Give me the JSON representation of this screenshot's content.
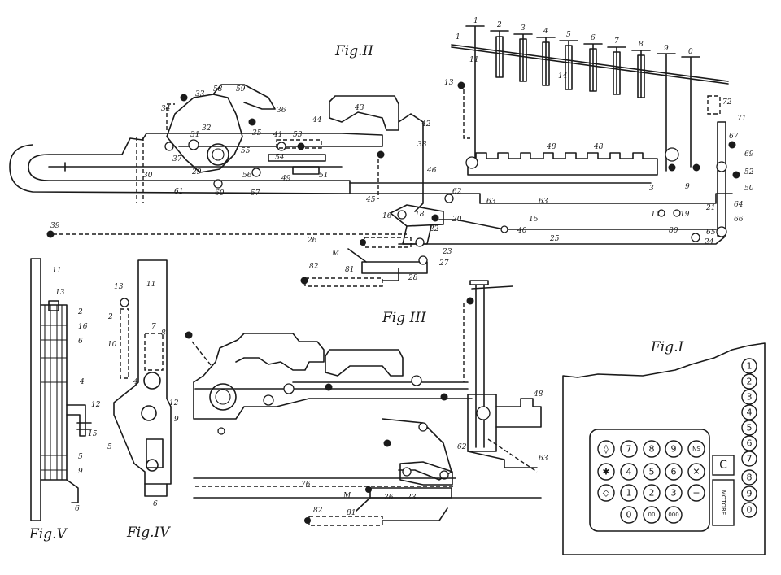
{
  "figures": {
    "fig1": "Fig.I",
    "fig2": "Fig.II",
    "fig3": "Fig III",
    "fig4": "Fig.IV",
    "fig5": "Fig.V"
  },
  "keyboard": {
    "column_keys": [
      "1",
      "2",
      "3",
      "4",
      "5",
      "6",
      "7",
      "8",
      "9",
      "0"
    ],
    "grid_rows": [
      [
        "◊",
        "7",
        "8",
        "9",
        "NS"
      ],
      [
        "✱",
        "4",
        "5",
        "6",
        "✕"
      ],
      [
        "◇",
        "1",
        "2",
        "3",
        "−"
      ],
      [
        "0",
        "00",
        "000"
      ]
    ],
    "c_key": "C",
    "motor_key": "MOTORE"
  },
  "fig2": {
    "column_numbers": [
      "1",
      "2",
      "3",
      "4",
      "5",
      "6",
      "7",
      "8",
      "9",
      "0"
    ],
    "labels": [
      "1",
      "13",
      "34",
      "33",
      "58",
      "59",
      "36",
      "43",
      "42",
      "48",
      "48",
      "72",
      "71",
      "67",
      "69",
      "52",
      "50",
      "64",
      "66",
      "65",
      "21",
      "19",
      "17",
      "15",
      "63",
      "63",
      "62",
      "46",
      "45",
      "16",
      "18",
      "20",
      "22",
      "23",
      "25",
      "24",
      "80",
      "40",
      "26",
      "39",
      "30",
      "37",
      "31",
      "29",
      "32",
      "35",
      "55",
      "54",
      "53",
      "41",
      "49",
      "51",
      "56",
      "57",
      "60",
      "61",
      "38",
      "44",
      "11",
      "14",
      "3",
      "9",
      "M",
      "82",
      "81",
      "28",
      "27"
    ]
  },
  "fig3": {
    "labels": [
      "48",
      "62",
      "63",
      "76",
      "M",
      "82",
      "81",
      "26",
      "23"
    ]
  },
  "fig4": {
    "labels": [
      "13",
      "11",
      "2",
      "10",
      "7",
      "8",
      "4",
      "12",
      "9",
      "5",
      "6"
    ]
  },
  "fig5": {
    "labels": [
      "11",
      "13",
      "2",
      "16",
      "6",
      "4",
      "12",
      "15",
      "5",
      "9",
      "6"
    ]
  }
}
